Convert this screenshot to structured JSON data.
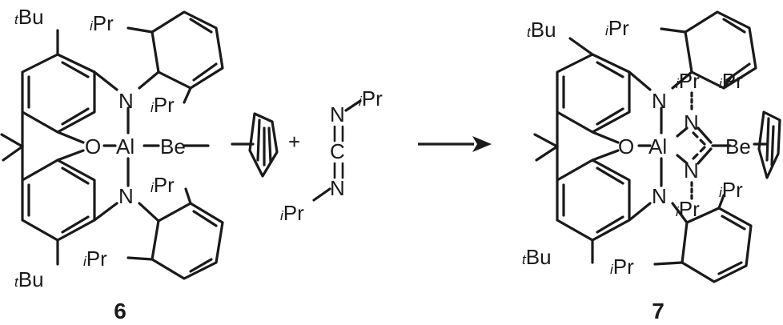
{
  "compounds": {
    "reactant": {
      "label": "6",
      "atoms": {
        "N_top": "N",
        "N_bottom": "N",
        "O": "O",
        "Al": "Al",
        "Be": "Be"
      },
      "substituents": {
        "tBu": "Bu",
        "iPr": "Pr",
        "t": "t",
        "i": "i"
      }
    },
    "reagent": {
      "atoms": {
        "N1": "N",
        "C": "C",
        "N2": "N"
      },
      "substituents": {
        "iPr": "Pr",
        "i": "i"
      }
    },
    "product": {
      "label": "7",
      "atoms": {
        "N_top": "N",
        "N_bottom": "N",
        "O": "O",
        "Al": "Al",
        "Be": "Be",
        "Na": "N",
        "Nb": "N"
      },
      "substituents": {
        "tBu": "Bu",
        "iPr": "Pr",
        "t": "t",
        "i": "i"
      }
    }
  },
  "plus": "+",
  "arrow": "reaction-arrow"
}
